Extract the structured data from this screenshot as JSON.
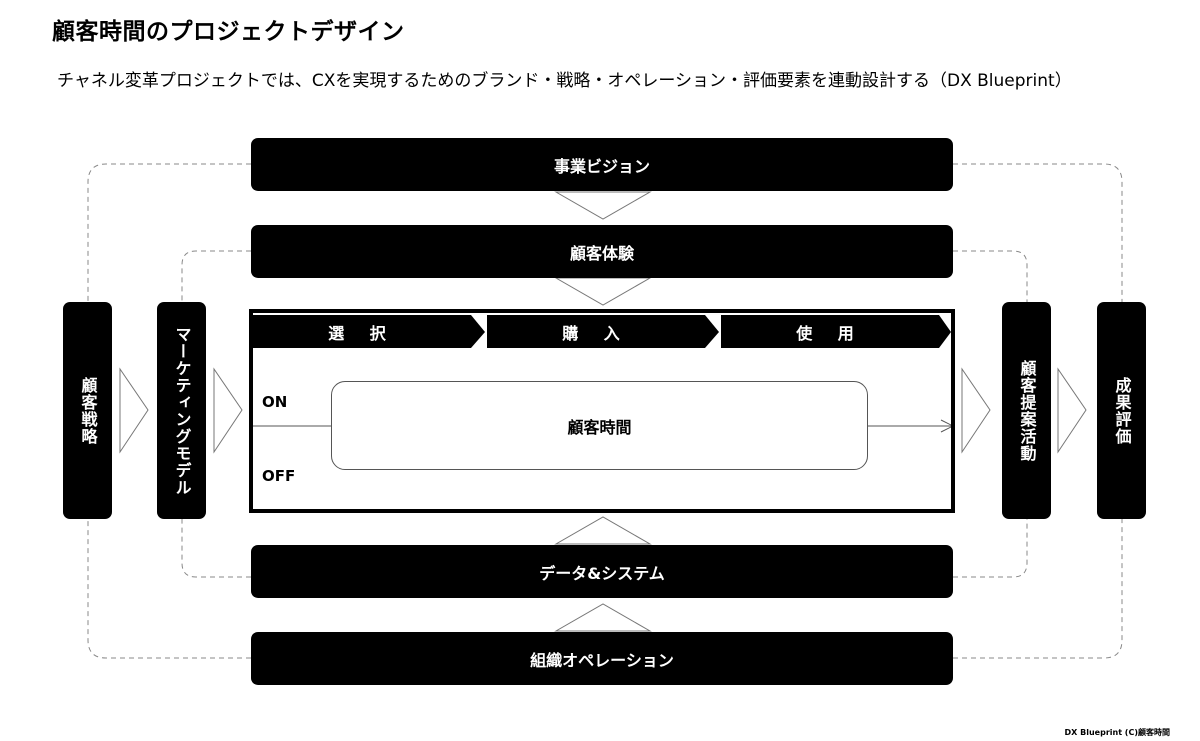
{
  "title": "顧客時間のプロジェクトデザイン",
  "subtitle": "チャネル変革プロジェクトでは、CXを実現するためのブランド・戦略・オペレーション・評価要素を連動設計する（DX Blueprint）",
  "bars": {
    "business_vision": "事業ビジョン",
    "customer_experience": "顧客体験",
    "data_system": "データ&システム",
    "org_operation": "組織オペレーション"
  },
  "side": {
    "customer_strategy": "顧客戦略",
    "marketing_model": "マーケティングモデル",
    "proposal_activity": "顧客提案活動",
    "result_evaluation": "成果評価"
  },
  "steps": [
    "選 択",
    "購 入",
    "使 用"
  ],
  "on_label": "ON",
  "off_label": "OFF",
  "center_label": "顧客時間",
  "footer": "DX Blueprint (C)顧客時間"
}
